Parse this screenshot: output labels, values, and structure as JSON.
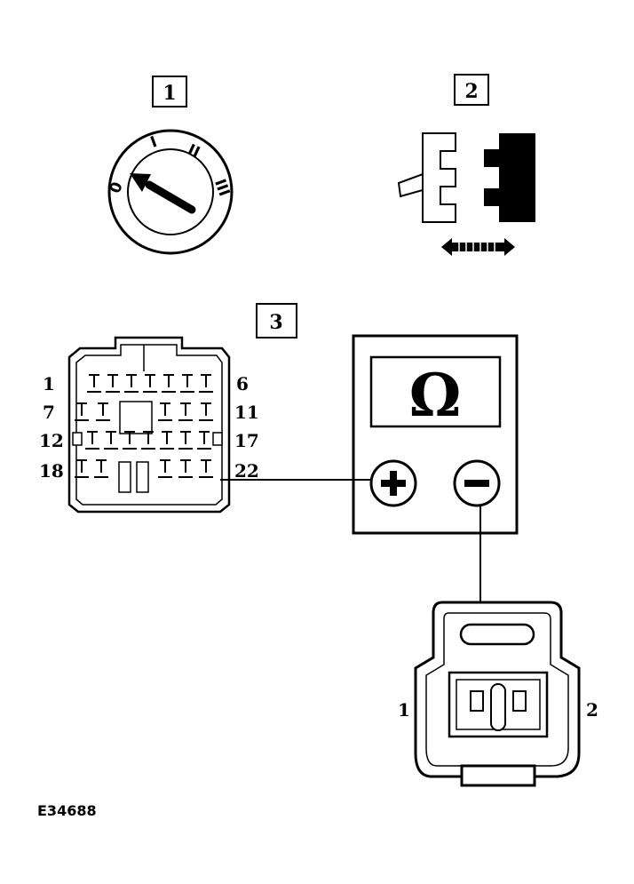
{
  "steps": [
    "1",
    "2",
    "3"
  ],
  "ignition": {
    "positions": [
      "0",
      "I",
      "II",
      "III"
    ]
  },
  "ecu_connector": {
    "pin_labels_left": [
      "1",
      "7",
      "12",
      "18"
    ],
    "pin_labels_right": [
      "6",
      "11",
      "17",
      "22"
    ]
  },
  "meter": {
    "symbol": "Ω",
    "plus": "+",
    "minus": "−"
  },
  "sensor_connector": {
    "pin_left": "1",
    "pin_right": "2"
  },
  "figure_code": "E34688"
}
